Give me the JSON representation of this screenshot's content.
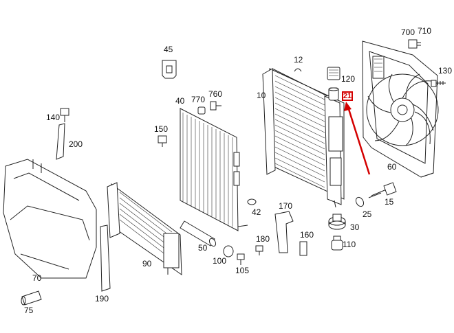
{
  "diagram": {
    "part_numbers": {
      "p10": "10",
      "p12": "12",
      "p15": "15",
      "p21": "21",
      "p25": "25",
      "p30": "30",
      "p40": "40",
      "p42": "42",
      "p45": "45",
      "p50": "50",
      "p60": "60",
      "p70": "70",
      "p75": "75",
      "p90": "90",
      "p100": "100",
      "p105": "105",
      "p110": "110",
      "p120": "120",
      "p130": "130",
      "p140": "140",
      "p150": "150",
      "p160": "160",
      "p170": "170",
      "p180": "180",
      "p190": "190",
      "p200": "200",
      "p700": "700",
      "p710": "710",
      "p760": "760",
      "p770": "770"
    },
    "highlight_color": "#d40000",
    "line_color": "#222222"
  }
}
